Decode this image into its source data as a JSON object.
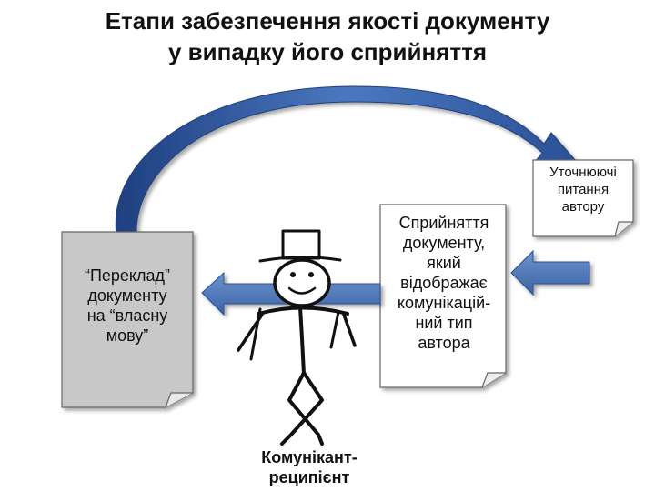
{
  "title": {
    "line1": "Етапи забезпечення якості документу",
    "line2": "у випадку його сприйняття"
  },
  "nodes": {
    "translation": [
      "“Переклад”",
      "документу",
      "на “власну",
      "мову”"
    ],
    "perception": [
      "Сприйняття",
      "документу,",
      "який",
      "відображає",
      "комунікацій-",
      "ний тип",
      "автора"
    ],
    "questions": [
      "Уточнюючі",
      "питання",
      "автору"
    ],
    "recipient": [
      "Комунікант-",
      "реципієнт"
    ]
  },
  "colors": {
    "arrow": "#4a73b0",
    "arrow_dark": "#22407a",
    "doc_fill_gray": "#c8c8c8",
    "doc_stroke": "#666666"
  }
}
